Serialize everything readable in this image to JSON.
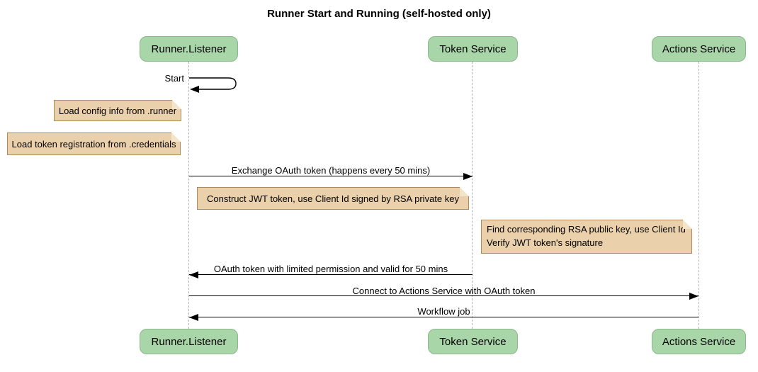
{
  "title": "Runner Start and Running (self-hosted only)",
  "participants": [
    {
      "label": "Runner.Listener"
    },
    {
      "label": "Token Service"
    },
    {
      "label": "Actions Service"
    }
  ],
  "messages": [
    {
      "label": "Start",
      "from": "Runner.Listener",
      "to": "Runner.Listener",
      "kind": "self"
    },
    {
      "label": "Exchange OAuth token (happens every 50 mins)",
      "from": "Runner.Listener",
      "to": "Token Service",
      "kind": "solid-arrow"
    },
    {
      "label": "OAuth token with limited permission and valid for 50 mins",
      "from": "Token Service",
      "to": "Runner.Listener",
      "kind": "solid-arrow"
    },
    {
      "label": "Connect to Actions Service with OAuth token",
      "from": "Runner.Listener",
      "to": "Actions Service",
      "kind": "solid-arrow"
    },
    {
      "label": "Workflow job",
      "from": "Actions Service",
      "to": "Runner.Listener",
      "kind": "solid-arrow"
    }
  ],
  "notes": [
    {
      "label": "Load config info from .runner",
      "position": "left of Runner.Listener"
    },
    {
      "label": "Load token registration from .credentials",
      "position": "left of Runner.Listener"
    },
    {
      "label": "Construct JWT token, use Client Id signed by RSA private key",
      "position": "over Runner.Listener and Token Service"
    },
    {
      "label": "Find corresponding RSA public key, use Client Id\nVerify JWT token's signature",
      "position": "over Token Service and Actions Service"
    }
  ],
  "colors": {
    "participant_fill": "#a8d6a8",
    "participant_border": "#8cb88c",
    "note_fill": "#ead1ac",
    "note_border": "#ae8a5b",
    "lifeline": "#b3b3b3",
    "arrow": "#000000",
    "background": "#ffffff"
  }
}
